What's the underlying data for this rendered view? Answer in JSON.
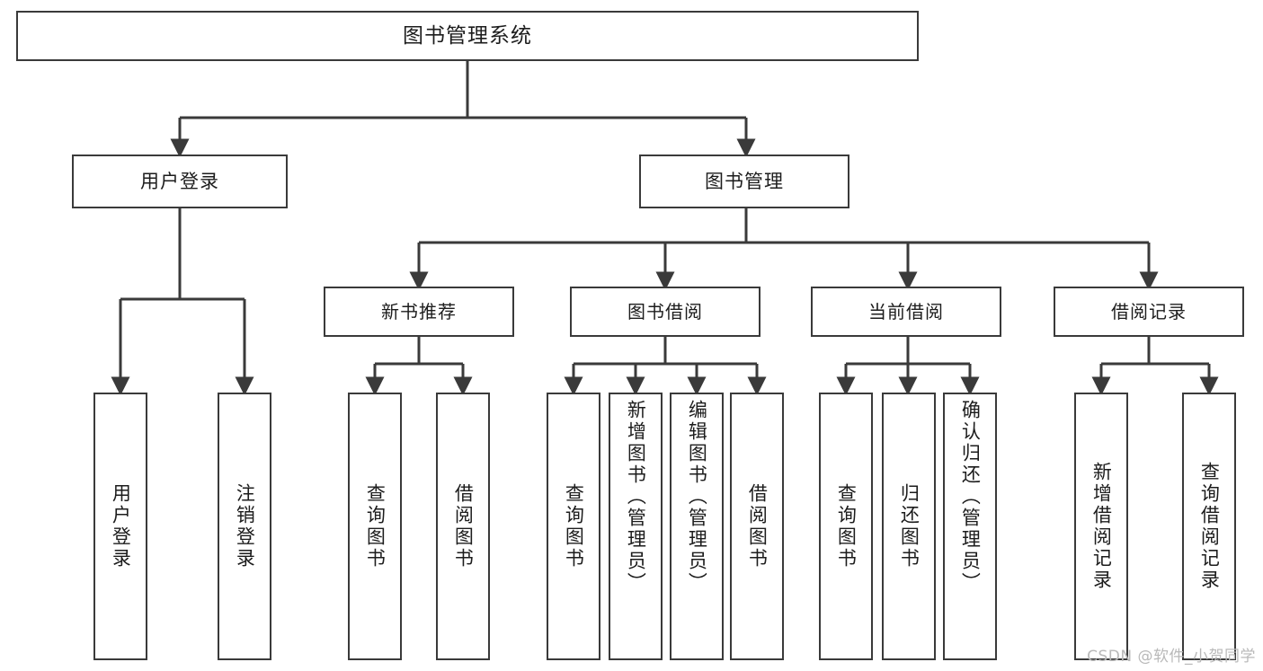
{
  "diagram": {
    "title": "图书管理系统",
    "type": "functional-structure-tree",
    "watermark": "CSDN @软件_小贺同学",
    "colors": {
      "background": "#ffffff",
      "box_border": "#3a3a3a",
      "box_fill": "#ffffff",
      "text": "#1c1c1c",
      "edge": "#3a3a3a",
      "watermark": "#b9b9b9"
    },
    "root": {
      "label": "图书管理系统"
    },
    "level2": [
      {
        "id": "user-login",
        "label": "用户登录"
      },
      {
        "id": "book-manage",
        "label": "图书管理"
      }
    ],
    "level3": [
      {
        "id": "new-book-recommend",
        "label": "新书推荐",
        "parent": "book-manage"
      },
      {
        "id": "book-borrow",
        "label": "图书借阅",
        "parent": "book-manage"
      },
      {
        "id": "current-borrow",
        "label": "当前借阅",
        "parent": "book-manage"
      },
      {
        "id": "borrow-record",
        "label": "借阅记录",
        "parent": "book-manage"
      }
    ],
    "leaves": [
      {
        "id": "leaf-user-login",
        "label": "用户登录",
        "parent": "user-login"
      },
      {
        "id": "leaf-user-logout",
        "label": "注销登录",
        "parent": "user-login"
      },
      {
        "id": "leaf-query-book-1",
        "label": "查询图书",
        "parent": "new-book-recommend"
      },
      {
        "id": "leaf-borrow-book-1",
        "label": "借阅图书",
        "parent": "new-book-recommend"
      },
      {
        "id": "leaf-query-book-2",
        "label": "查询图书",
        "parent": "book-borrow"
      },
      {
        "id": "leaf-add-book",
        "label": "新增图书（管理员）",
        "parent": "book-borrow"
      },
      {
        "id": "leaf-edit-book",
        "label": "编辑图书（管理员）",
        "parent": "book-borrow"
      },
      {
        "id": "leaf-borrow-book-2",
        "label": "借阅图书",
        "parent": "book-borrow"
      },
      {
        "id": "leaf-query-book-3",
        "label": "查询图书",
        "parent": "current-borrow"
      },
      {
        "id": "leaf-return-book",
        "label": "归还图书",
        "parent": "current-borrow"
      },
      {
        "id": "leaf-confirm-return",
        "label": "确认归还（管理员）",
        "parent": "current-borrow"
      },
      {
        "id": "leaf-add-record",
        "label": "新增借阅记录",
        "parent": "borrow-record"
      },
      {
        "id": "leaf-query-record",
        "label": "查询借阅记录",
        "parent": "borrow-record"
      }
    ]
  }
}
